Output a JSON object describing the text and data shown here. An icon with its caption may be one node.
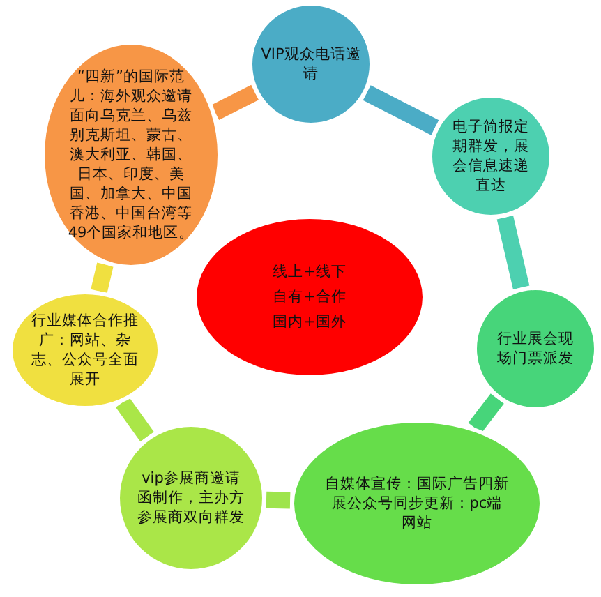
{
  "diagram": {
    "nodes": [
      {
        "text": [
          "VIP观众电话邀请"
        ]
      },
      {
        "text": [
          "“四新”的国际范儿：海外观众邀请面向乌克兰、乌兹别克斯坦、蒙古、澳大利亚、韩国、日本、印度、美国、加拿大、中国香港、中国台湾等49个国家和地区。"
        ]
      },
      {
        "text": [
          "电子简报定期群发，展会信息速递直达"
        ]
      },
      {
        "text": [
          "线上+线下",
          "自有+合作",
          "国内+国外"
        ]
      },
      {
        "text": [
          "行业媒体合作推广：网站、杂志、公众号全面展开"
        ]
      },
      {
        "text": [
          "行业展会现场门票派发"
        ]
      },
      {
        "text": [
          "vip参展商邀请函制作，主办方参展商双向群发"
        ]
      },
      {
        "text": [
          "自媒体宣传：国际广告四新展公众号同步更新：pc端网站"
        ]
      }
    ],
    "edges": [
      {
        "from": 1,
        "to": 0,
        "arrow": "none",
        "color": "#f79646"
      },
      {
        "from": 0,
        "to": 2,
        "arrow": "none",
        "color": "#4bacc6"
      },
      {
        "from": 2,
        "to": 5,
        "arrow": "none",
        "color": "#4dd0b0"
      },
      {
        "from": 5,
        "to": 7,
        "arrow": "none",
        "color": "#47d57a"
      },
      {
        "from": 7,
        "to": 6,
        "arrow": "none",
        "color": "#9ee44c"
      },
      {
        "from": 6,
        "to": 4,
        "arrow": "none",
        "color": "#aae648"
      },
      {
        "from": 4,
        "to": 1,
        "arrow": "none",
        "color": "#f0e040"
      }
    ]
  }
}
